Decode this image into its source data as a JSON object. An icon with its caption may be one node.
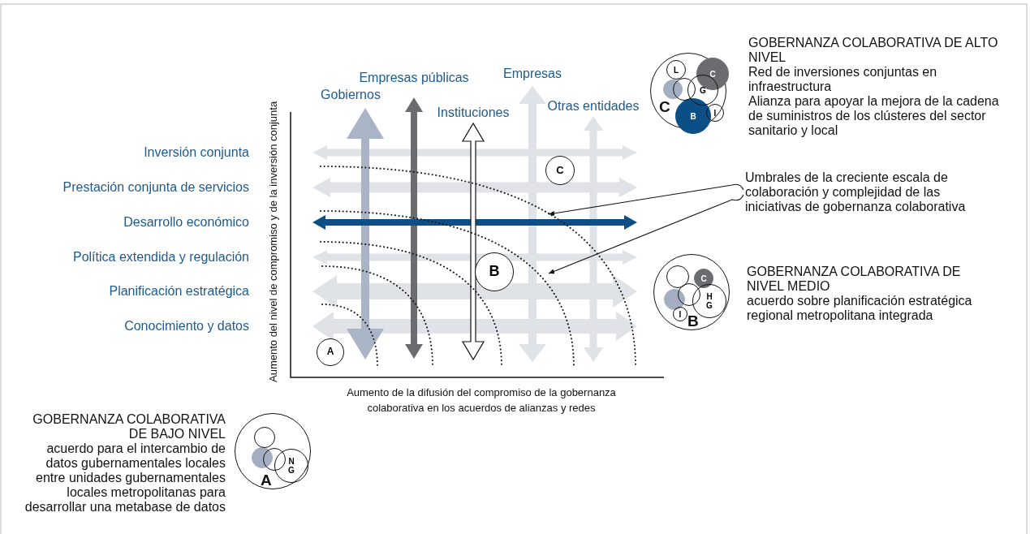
{
  "diagram": {
    "nodes": [
      {
        "text": [
          "A"
        ]
      },
      {
        "text": [
          "B"
        ]
      },
      {
        "text": [
          "C"
        ]
      },
      {
        "text": [
          "Umbrales de la creciente escala de colaboración y complejidad de las iniciativas de gobernanza colaborativa"
        ]
      },
      {
        "text": [
          "C"
        ],
        "beside": [
          "GOBERNANZA COLABORATIVA DE ALTO NIVEL",
          "Red de inversiones conjuntas en infraestructura",
          "Alianza para apoyar la mejora de la cadena de suministros de los clústeres del sector sanitario y local"
        ]
      },
      {
        "text": [
          "L"
        ],
        "in": 4
      },
      {
        "text": [],
        "shape": "circle",
        "in": 4
      },
      {
        "text": [],
        "shape": "circle",
        "in": 4
      },
      {
        "text": [
          "G"
        ],
        "in": 4
      },
      {
        "text": [
          "C"
        ],
        "in": 4
      },
      {
        "text": [
          "B"
        ],
        "in": 4
      },
      {
        "text": [
          "I"
        ],
        "in": 4
      },
      {
        "text": [
          "B"
        ],
        "beside": [
          "GOBERNANZA COLABORATIVA DE NIVEL MEDIO",
          "acuerdo sobre planificación estratégica regional metropolitana integrada"
        ]
      },
      {
        "text": [],
        "shape": "circle",
        "in": 12
      },
      {
        "text": [],
        "shape": "circle",
        "in": 12
      },
      {
        "text": [],
        "shape": "circle",
        "in": 12
      },
      {
        "text": [
          "C"
        ],
        "in": 12
      },
      {
        "text": [
          "H",
          "G"
        ],
        "in": 12
      },
      {
        "text": [
          "I"
        ],
        "in": 12
      },
      {
        "text": [
          "A"
        ],
        "beside": [
          "GOBERNANZA COLABORATIVA DE BAJO NIVEL",
          "acuerdo para el intercambio de datos gubernamentales locales entre unidades gubernamentales locales metropolitanas para desarrollar una metabase de datos"
        ]
      },
      {
        "text": [],
        "shape": "circle",
        "in": 19
      },
      {
        "text": [],
        "shape": "circle",
        "in": 19
      },
      {
        "text": [],
        "shape": "circle",
        "in": 19
      },
      {
        "text": [
          "N",
          "G"
        ],
        "in": 19
      }
    ],
    "edges": [
      {
        "from": 3,
        "to": null,
        "arrow": "to"
      },
      {
        "from": 3,
        "to": null,
        "arrow": "to"
      }
    ],
    "labels": [
      "Empresas públicas",
      "Empresas",
      "Gobiernos",
      "Otras entidades",
      "Instituciones",
      "Inversión conjunta",
      "Prestación conjunta de servicios",
      "Desarrollo económico",
      "Política extendida y regulación",
      "Planificación estratégica",
      "Conocimiento y datos",
      "Aumento del nivel de compromiso y de la inversión conjunta",
      "Aumento de la difusión del compromiso de la gobernanza colaborativa en los acuerdos de alianzas y redes"
    ]
  }
}
